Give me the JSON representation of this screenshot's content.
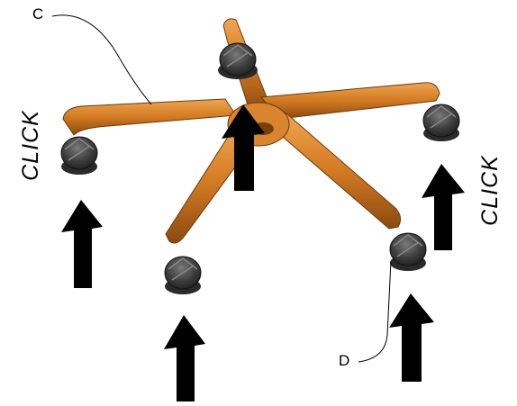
{
  "labels": {
    "c": "C",
    "d": "D",
    "click_left": "CLICK",
    "click_right": "CLICK"
  },
  "colors": {
    "base_light": "#e8983f",
    "base_mid": "#c97620",
    "base_dark": "#8a4a10",
    "caster": "#3a3a3a",
    "caster_light": "#6a6a6a",
    "arrow": "#000000"
  }
}
